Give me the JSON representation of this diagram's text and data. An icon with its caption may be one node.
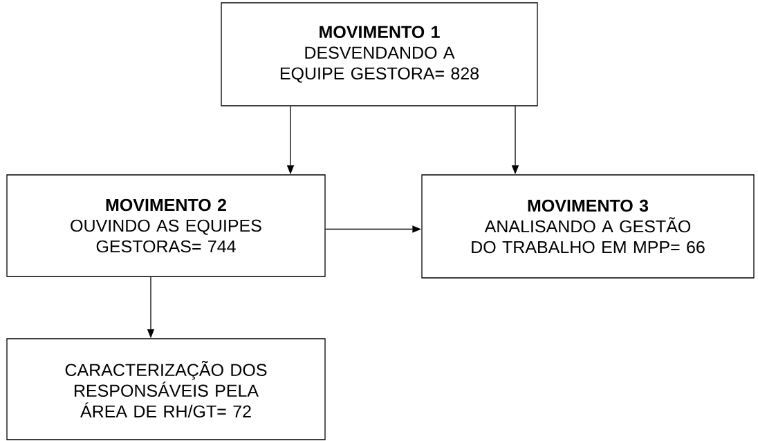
{
  "diagram": {
    "nodes": [
      {
        "text": [
          "MOVIMENTO 1",
          "DESVENDANDO A EQUIPE GESTORA= 828"
        ]
      },
      {
        "text": [
          "MOVIMENTO 2",
          "OUVINDO AS EQUIPES GESTORAS= 744"
        ]
      },
      {
        "text": [
          "MOVIMENTO 3",
          "ANALISANDO A GESTÃO DO TRABALHO EM MPP= 66"
        ]
      },
      {
        "text": [
          "CARACTERIZAÇÃO DOS RESPONSÁVEIS PELA ÁREA DE RH/GT= 72"
        ]
      }
    ],
    "edges": [
      {
        "from": 0,
        "to": 1,
        "arrow": "to"
      },
      {
        "from": 0,
        "to": 2,
        "arrow": "to"
      },
      {
        "from": 1,
        "to": 2,
        "arrow": "to"
      },
      {
        "from": 1,
        "to": 3,
        "arrow": "to"
      }
    ]
  }
}
